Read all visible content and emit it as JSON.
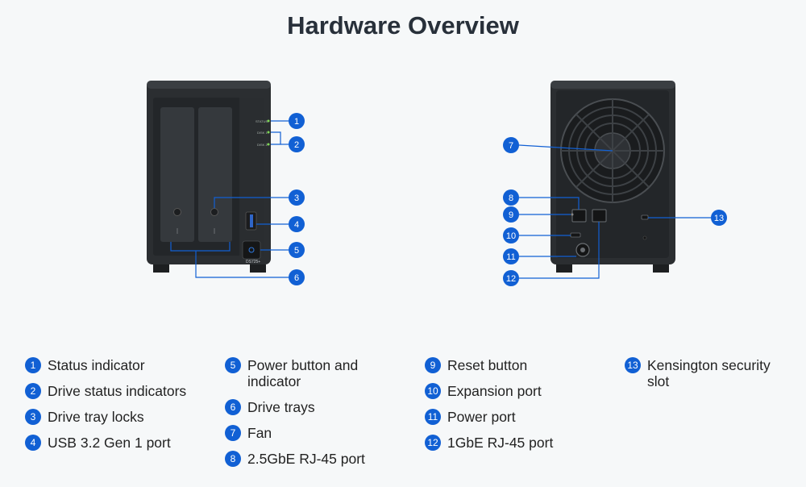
{
  "title": "Hardware Overview",
  "model_label": "DS725+",
  "front_labels": [
    "STATUS",
    "DISK 1",
    "DISK 2"
  ],
  "accent_color": "#1160d4",
  "indicator_color": "#7ed957",
  "legend": [
    {
      "num": "1",
      "label": "Status indicator"
    },
    {
      "num": "2",
      "label": "Drive status indicators"
    },
    {
      "num": "3",
      "label": "Drive tray locks"
    },
    {
      "num": "4",
      "label": "USB 3.2 Gen 1 port"
    },
    {
      "num": "5",
      "label": "Power button and indicator"
    },
    {
      "num": "6",
      "label": "Drive trays"
    },
    {
      "num": "7",
      "label": "Fan"
    },
    {
      "num": "8",
      "label": "2.5GbE RJ-45 port"
    },
    {
      "num": "9",
      "label": "Reset button"
    },
    {
      "num": "10",
      "label": "Expansion port"
    },
    {
      "num": "11",
      "label": "Power port"
    },
    {
      "num": "12",
      "label": "1GbE RJ-45 port"
    },
    {
      "num": "13",
      "label": "Kensington security slot"
    }
  ]
}
